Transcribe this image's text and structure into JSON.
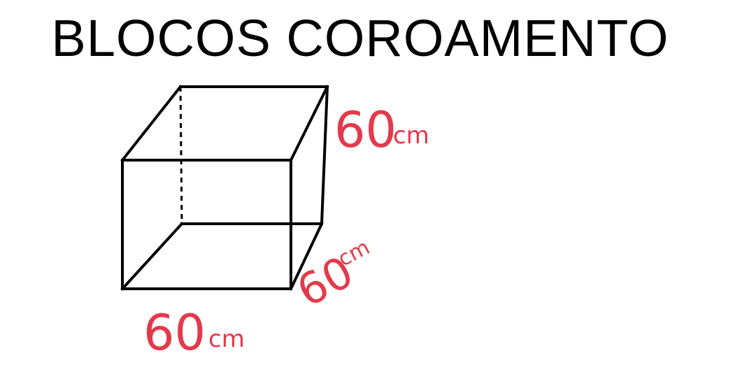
{
  "title": "BLOCOS COROAMENTO",
  "dimensions": {
    "height": {
      "value": "60",
      "unit": "cm"
    },
    "depth": {
      "value": "60",
      "unit": "cm"
    },
    "width": {
      "value": "60",
      "unit": "cm"
    }
  },
  "colors": {
    "lines": "#000000",
    "labels": "#e5394b",
    "background": "#ffffff"
  }
}
